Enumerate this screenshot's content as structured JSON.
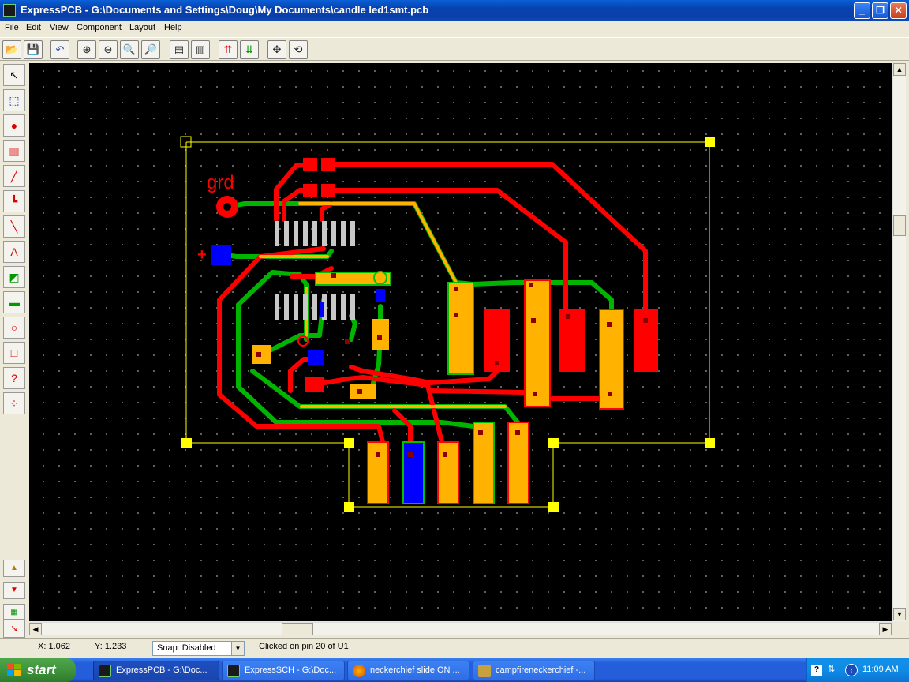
{
  "window": {
    "title": "ExpressPCB - G:\\Documents and Settings\\Doug\\My Documents\\candle led1smt.pcb",
    "app_icon": "pcb-app-icon",
    "min_label": "_",
    "max_label": "❐",
    "close_label": "✕"
  },
  "menu": {
    "items": [
      "File",
      "Edit",
      "View",
      "Component",
      "Layout",
      "Help"
    ]
  },
  "toolbar": {
    "buttons": [
      {
        "icon": "open-folder-icon",
        "glyph": "📂"
      },
      {
        "icon": "save-icon",
        "glyph": "💾"
      },
      {
        "icon": "undo-icon",
        "glyph": "↶"
      },
      {
        "icon": "zoom-in-icon",
        "glyph": "⊕"
      },
      {
        "icon": "zoom-out-icon",
        "glyph": "⊖"
      },
      {
        "icon": "zoom-fit-icon",
        "glyph": "🔍"
      },
      {
        "icon": "zoom-previous-icon",
        "glyph": "🔎"
      },
      {
        "icon": "component-properties-icon",
        "glyph": "▤"
      },
      {
        "icon": "board-properties-icon",
        "glyph": "▥"
      },
      {
        "icon": "move-up-layer-icon",
        "glyph": "⇈"
      },
      {
        "icon": "move-down-layer-icon",
        "glyph": "⇊"
      },
      {
        "icon": "move-component-icon",
        "glyph": "✥"
      },
      {
        "icon": "rotate-component-icon",
        "glyph": "⟲"
      }
    ]
  },
  "left_tools": [
    {
      "icon": "select-pointer-icon",
      "glyph": "↖"
    },
    {
      "icon": "zoom-select-icon",
      "glyph": "⬚"
    },
    {
      "icon": "pad-icon",
      "glyph": "●"
    },
    {
      "icon": "component-icon",
      "glyph": "▥"
    },
    {
      "icon": "trace-icon",
      "glyph": "╱"
    },
    {
      "icon": "corner-trace-icon",
      "glyph": "┗"
    },
    {
      "icon": "diagonal-trace-icon",
      "glyph": "╲"
    },
    {
      "icon": "text-icon",
      "glyph": "A"
    },
    {
      "icon": "layer-swap-icon",
      "glyph": "◩"
    },
    {
      "icon": "component-library-icon",
      "glyph": "▬"
    },
    {
      "icon": "circle-icon",
      "glyph": "○"
    },
    {
      "icon": "rectangle-icon",
      "glyph": "□"
    },
    {
      "icon": "pad-info-icon",
      "glyph": "?"
    },
    {
      "icon": "ratsnest-icon",
      "glyph": "⁘"
    },
    {
      "icon": "top-layer-icon",
      "glyph": "▲"
    },
    {
      "icon": "bottom-layer-icon",
      "glyph": "▼"
    },
    {
      "icon": "silkscreen-layer-icon",
      "glyph": "▦"
    },
    {
      "icon": "drc-icon",
      "glyph": "↘"
    }
  ],
  "board": {
    "label_grd": "grd",
    "label_plus": "+",
    "colors": {
      "top_copper": "#ff0000",
      "bottom_copper": "#00c000",
      "pads": "#ffb300",
      "smt_pads": "#c8c8c8",
      "vias": "#0000ff",
      "outline": "#ffff00"
    }
  },
  "status": {
    "x": "X: 1.062",
    "y": "Y: 1.233",
    "snap": "Snap:  Disabled",
    "message": "Clicked on pin 20  of  U1"
  },
  "taskbar": {
    "start": "start",
    "tasks": [
      {
        "label": "ExpressPCB - G:\\Doc...",
        "icon": "pcb-app-icon",
        "active": true
      },
      {
        "label": "ExpressSCH - G:\\Doc...",
        "icon": "sch-app-icon",
        "active": false
      },
      {
        "label": "neckerchief slide ON ...",
        "icon": "firefox-icon",
        "active": false
      },
      {
        "label": "campfireneckerchief -...",
        "icon": "image-viewer-icon",
        "active": false
      }
    ],
    "clock": "11:09 AM"
  }
}
